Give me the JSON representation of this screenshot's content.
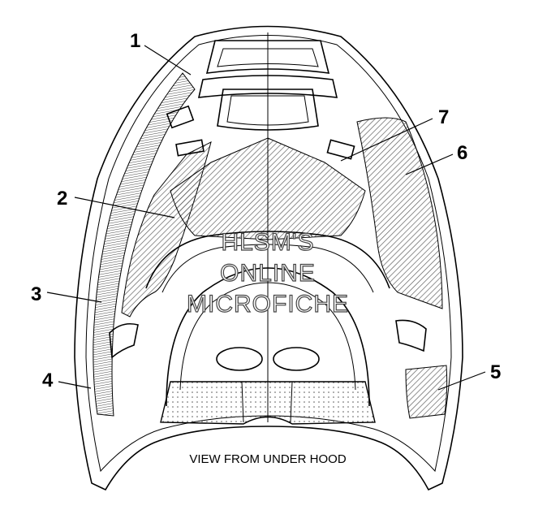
{
  "caption": "VIEW FROM UNDER HOOD",
  "watermark": {
    "line1": "HLSM'S",
    "line2": "ONLINE",
    "line3": "MICROFICHE"
  },
  "callouts": [
    {
      "id": "1",
      "label": "1"
    },
    {
      "id": "2",
      "label": "2"
    },
    {
      "id": "3",
      "label": "3"
    },
    {
      "id": "4",
      "label": "4"
    },
    {
      "id": "5",
      "label": "5"
    },
    {
      "id": "6",
      "label": "6"
    },
    {
      "id": "7",
      "label": "7"
    }
  ],
  "colors": {
    "line": "#000000",
    "hatch": "#555555",
    "background": "#ffffff"
  }
}
